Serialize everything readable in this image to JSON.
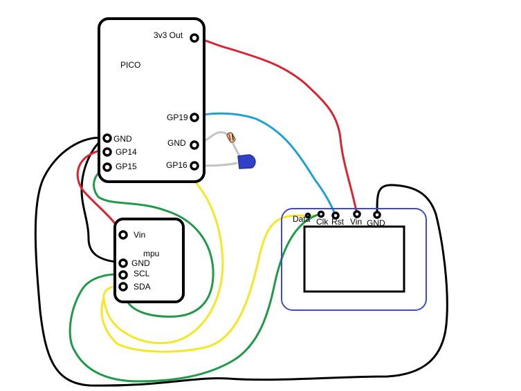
{
  "pico": {
    "title": "PICO",
    "pins": {
      "out_3v3": "3v3 Out",
      "gp19": "GP19",
      "gnd_right": "GND",
      "gp16": "GP16",
      "gnd_left": "GND",
      "gp14": "GP14",
      "gp15": "GP15"
    }
  },
  "mpu": {
    "title": "mpu",
    "pins": {
      "vin": "Vin",
      "gnd": "GND",
      "scl": "SCL",
      "sda": "SDA"
    }
  },
  "display": {
    "pins": {
      "data": "Data",
      "clk": "Clk",
      "rst": "Rst",
      "vin": "Vin",
      "gnd": "GND"
    }
  },
  "colors": {
    "black": "#000000",
    "red": "#d9232e",
    "blue": "#1ea0d8",
    "yellow": "#f5e626",
    "green": "#1f9a48",
    "gray": "#c3c3c3",
    "display_border": "#3f48cc",
    "led": "#3040c8"
  }
}
